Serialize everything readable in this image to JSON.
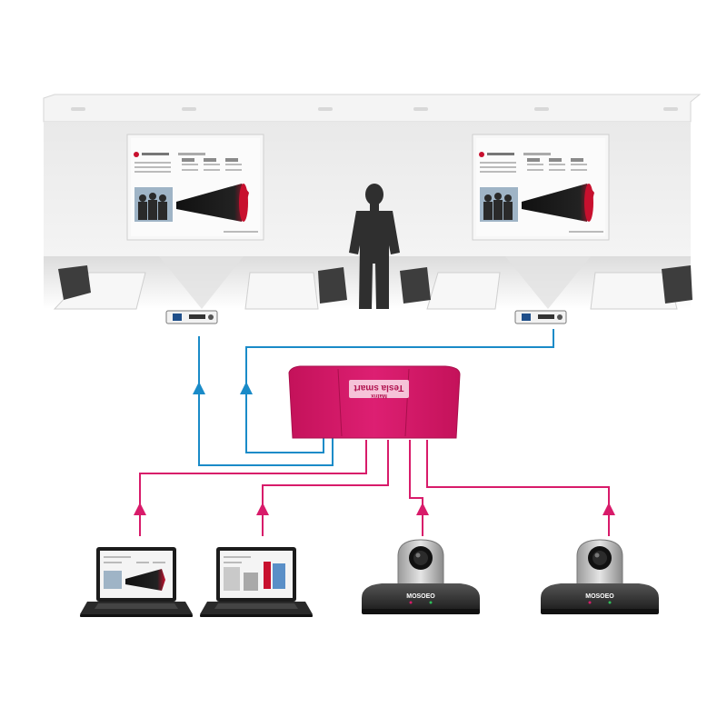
{
  "colors": {
    "video_out_line": "#1a8bc8",
    "signal_in_line": "#d81b6a",
    "matrix_body": "#d81b6a",
    "matrix_dark": "#b0124f",
    "wall": "#f1f1f1",
    "screen_bg": "#f6f6f6",
    "person": "#2f2f2f",
    "chair": "#3d3d3d"
  },
  "matrix": {
    "brand_name": "Tesla smart",
    "brand_sub": "Matrix",
    "icon": "matrix-switcher-icon"
  },
  "cameras": [
    {
      "brand": "MOSOEO"
    },
    {
      "brand": "MOSOEO"
    }
  ],
  "icons": {
    "projector": "projector-icon",
    "laptop": "laptop-icon",
    "camera": "ptz-camera-icon",
    "person": "presenter-silhouette-icon",
    "arrow": "arrow-up-icon"
  }
}
